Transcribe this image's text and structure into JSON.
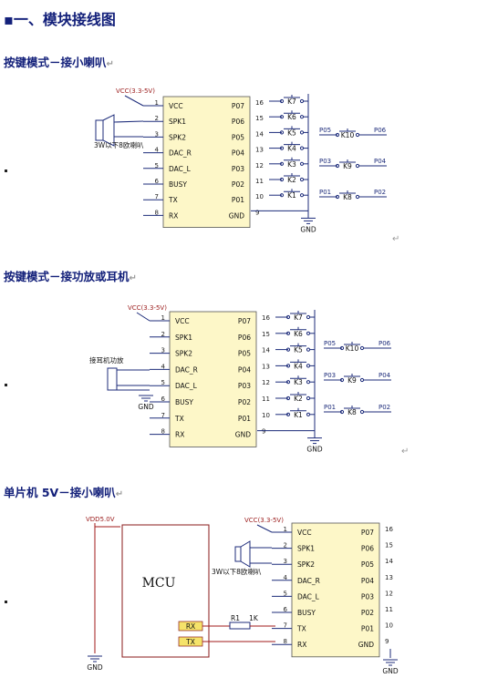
{
  "title": "▪一、模块接线图",
  "sections": [
    {
      "heading": "按键模式－接小喇叭"
    },
    {
      "heading": "按键模式－接功放或耳机"
    },
    {
      "heading": "单片机 5V－接小喇叭"
    }
  ],
  "para_mark": "↵",
  "chip_left_pins": [
    "VCC",
    "SPK1",
    "SPK2",
    "DAC_R",
    "DAC_L",
    "BUSY",
    "TX",
    "RX"
  ],
  "chip_right_pins": [
    "P07",
    "P06",
    "P05",
    "P04",
    "P03",
    "P02",
    "P01",
    "GND"
  ],
  "keys": [
    "K7",
    "K6",
    "K5",
    "K4",
    "K3",
    "K2",
    "K1"
  ],
  "combo_keys": [
    {
      "key": "K10",
      "left": "P05",
      "right": "P06"
    },
    {
      "key": "K9",
      "left": "P03",
      "right": "P04"
    },
    {
      "key": "K8",
      "left": "P01",
      "right": "P02"
    }
  ],
  "labels": {
    "vcc": "VCC(3.3-5V)",
    "vcc2": "VCC(3.3-5V)",
    "speaker": "3W以下8欧喇叭",
    "amp": "接耳机功放",
    "gnd": "GND",
    "vdd": "VDD5.0V",
    "mcu": "MCU",
    "rx": "RX",
    "tx": "TX",
    "r1": "R1",
    "r1_value": "1K"
  },
  "colors": {
    "heading": "#13207a",
    "wire": "#1c2b7a",
    "chip": "#fdf7c8",
    "mcu_wire": "#a01818"
  }
}
